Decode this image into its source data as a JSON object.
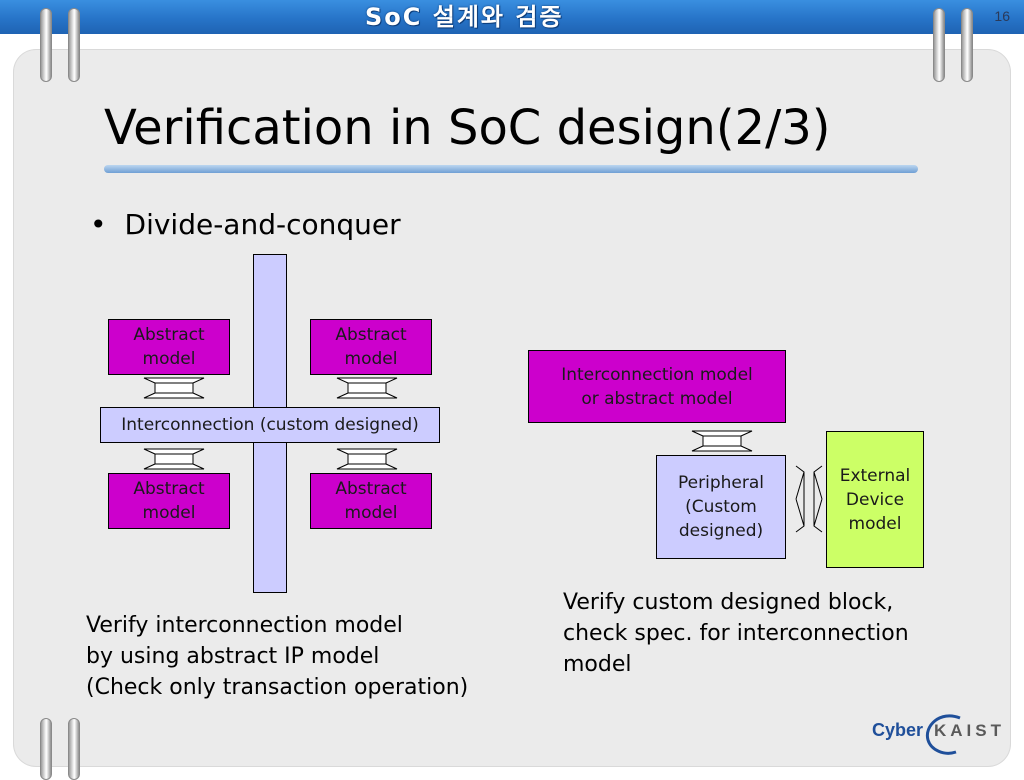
{
  "header": {
    "title": "SoC 설계와 검증",
    "page_number": "16"
  },
  "slide": {
    "title": "Verification in SoC design(2/3)",
    "bullet": "Divide-and-conquer"
  },
  "left_diagram": {
    "abstract_top_left": "Abstract\nmodel",
    "abstract_top_right": "Abstract\nmodel",
    "abstract_bottom_left": "Abstract\nmodel",
    "abstract_bottom_right": "Abstract\nmodel",
    "interconnection": "Interconnection (custom designed)",
    "caption": "Verify interconnection model\nby using abstract IP model\n(Check only transaction operation)"
  },
  "right_diagram": {
    "interconnect_model": "Interconnection model\nor abstract model",
    "peripheral": "Peripheral\n(Custom\ndesigned)",
    "external_device": "External\nDevice\nmodel",
    "caption": "Verify custom designed block,\ncheck spec. for interconnection\nmodel"
  },
  "logo": {
    "cyber": "Cyber",
    "kaist": "KAIST"
  },
  "colors": {
    "header_blue": "#2774c8",
    "magenta": "#cc00cc",
    "lavender": "#ccccff",
    "lime": "#ccff66",
    "panel": "#ebebeb"
  }
}
